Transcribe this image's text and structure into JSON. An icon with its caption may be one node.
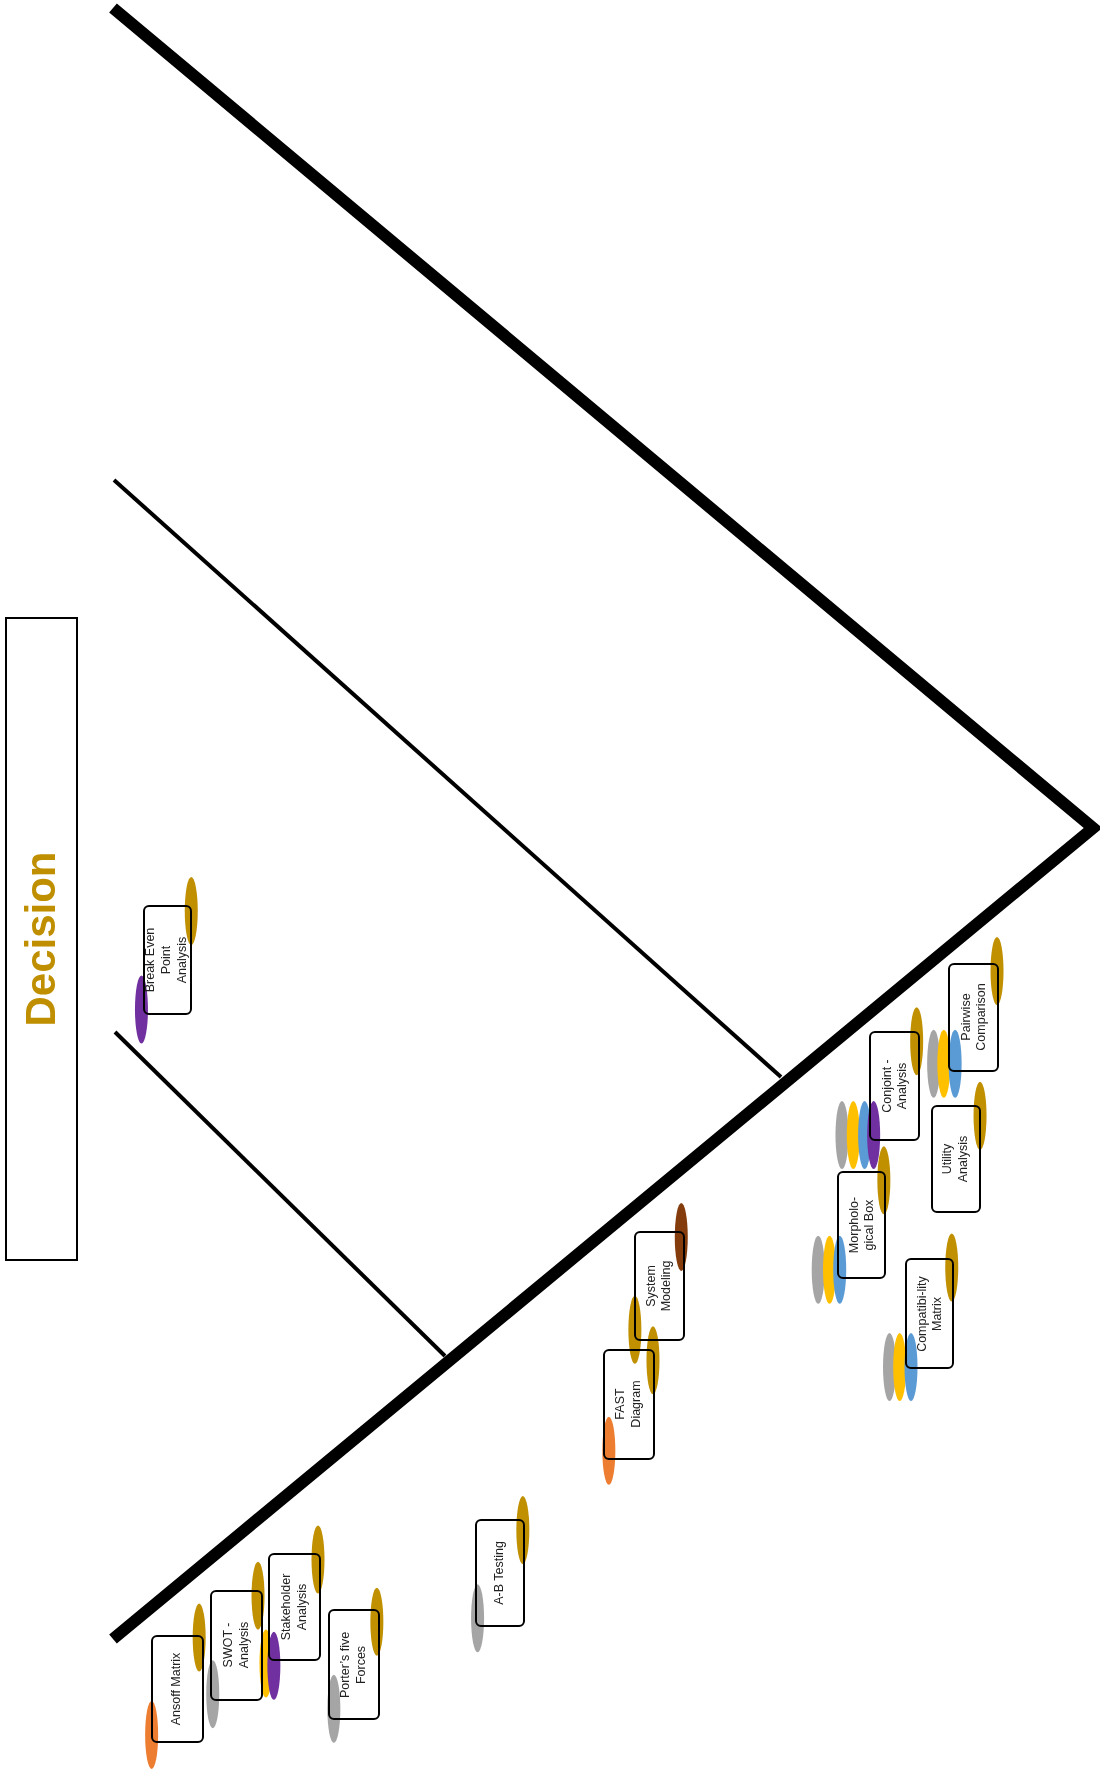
{
  "diagram": {
    "nodes": [
      {
        "text": [
          "Decision"
        ]
      },
      {
        "text": [
          "Break Even Point Analysis"
        ]
      },
      {
        "text": [
          "Ansoff Matrix"
        ]
      },
      {
        "text": [
          "SWOT - Analysis"
        ]
      },
      {
        "text": [
          "Stakeholder Analysis"
        ]
      },
      {
        "text": [
          "Porter’s five Forces"
        ]
      },
      {
        "text": [
          "A-B Testing"
        ]
      },
      {
        "text": [
          "FAST Diagram"
        ]
      },
      {
        "text": [
          "System Modeling"
        ]
      },
      {
        "text": [
          "Morpholo-gical Box"
        ]
      },
      {
        "text": [
          "Conjoint - Analysis"
        ]
      },
      {
        "text": [
          "Compatibi-lity Matrix"
        ]
      },
      {
        "text": [
          "Pairwise Comparison"
        ]
      },
      {
        "text": [
          "Utility Analysis"
        ]
      }
    ],
    "edges": []
  }
}
